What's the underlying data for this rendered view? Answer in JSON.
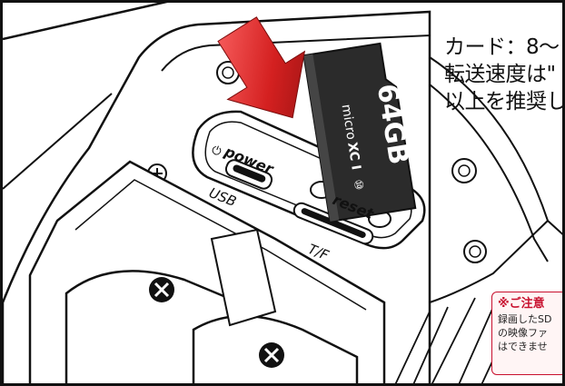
{
  "instructions": {
    "line1": "カード：8～",
    "line2": "転送速度は\"",
    "line3": "以上を推奨し"
  },
  "device_labels": {
    "power": "power",
    "power_symbol": "⏻",
    "usb": "USB",
    "reset": "reset",
    "tf": "T/F"
  },
  "sd_card": {
    "capacity": "64GB",
    "brand": "micro",
    "type": "XC I",
    "speed_class": "⑩"
  },
  "notice": {
    "title": "※ご注意",
    "body": [
      "録画したSD",
      "の映像ファ",
      "はできませ"
    ]
  },
  "colors": {
    "arrow": "#d42020",
    "card": "#2b2b2b",
    "notice_border": "#c8102e",
    "notice_title": "#c8102e"
  }
}
